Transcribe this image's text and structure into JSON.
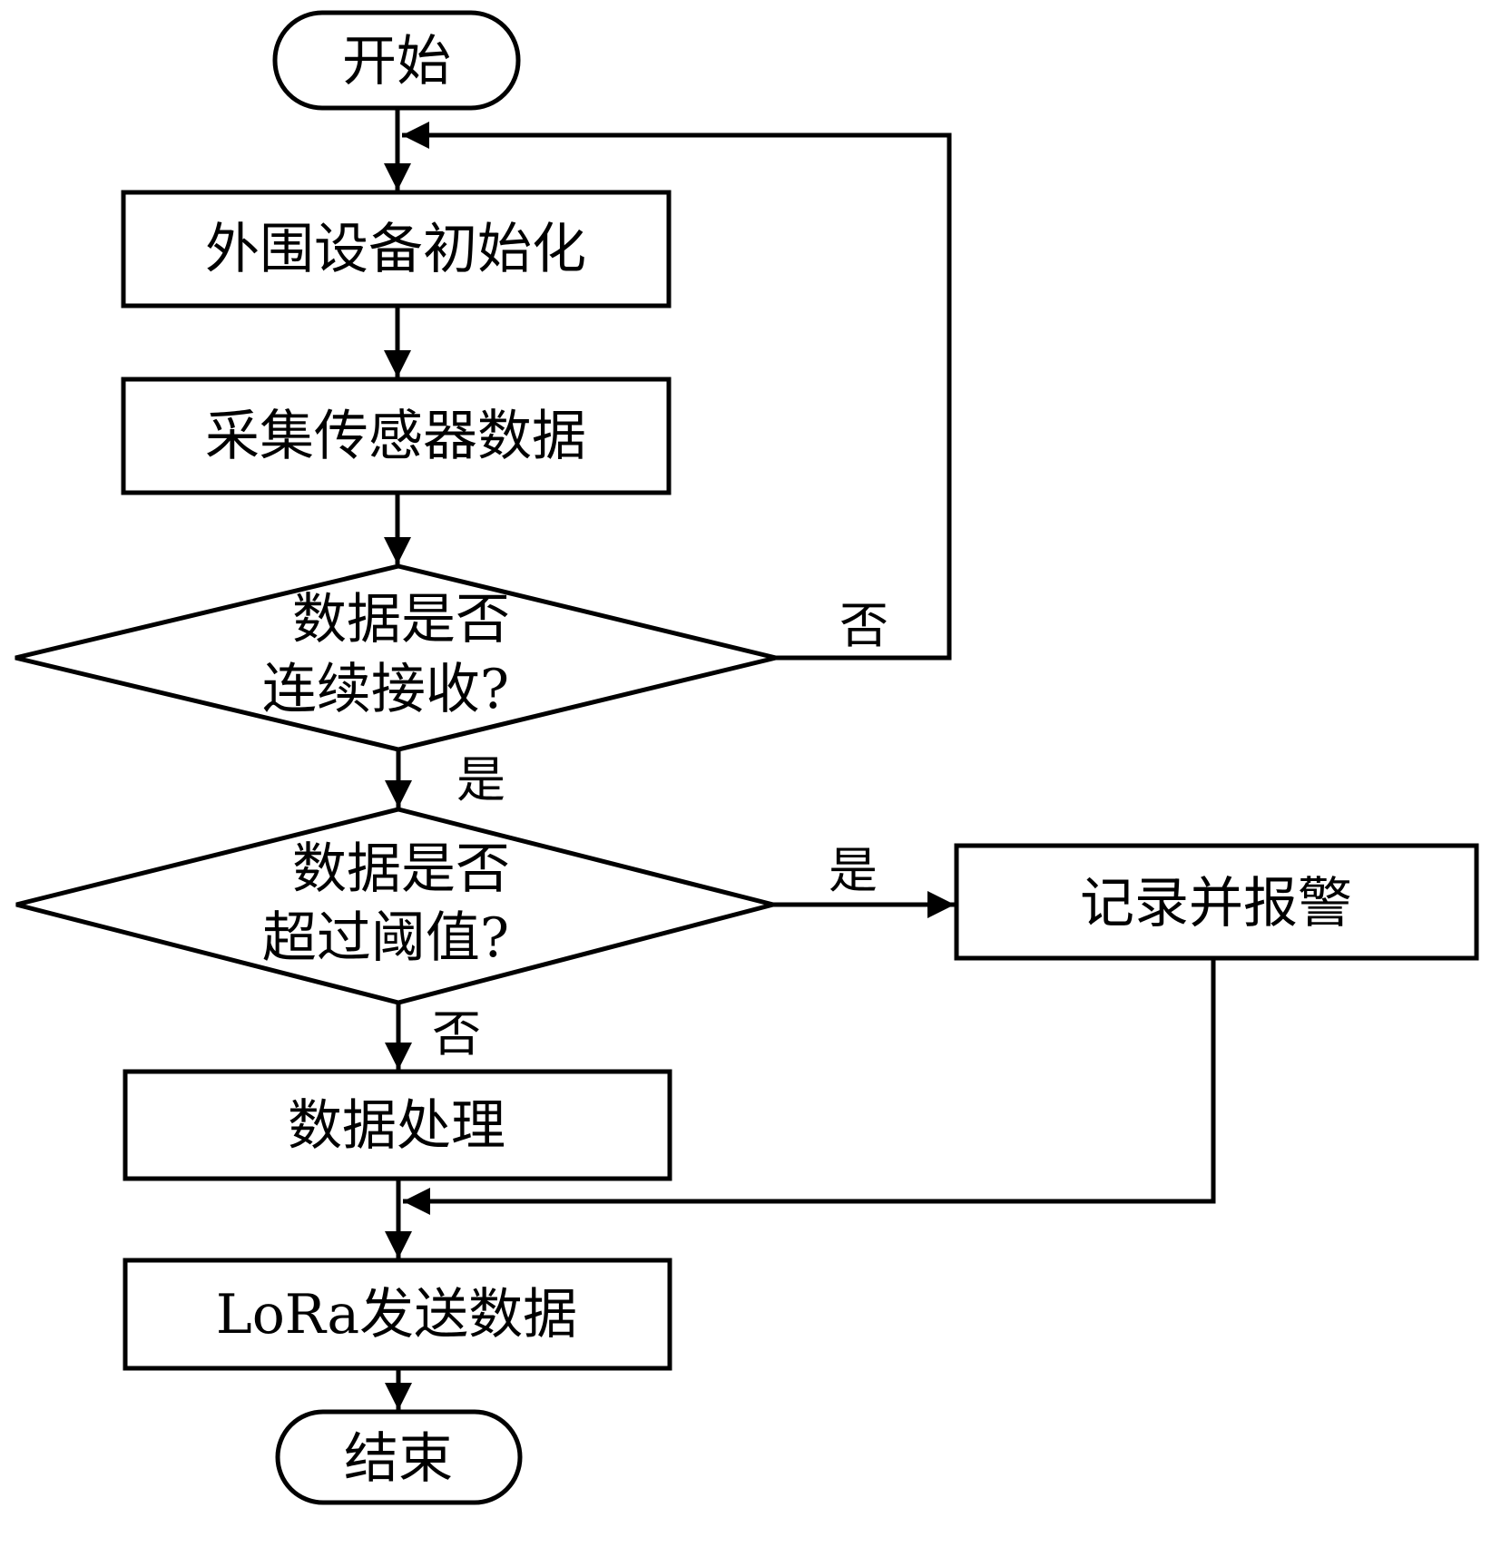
{
  "diagram": {
    "type": "flowchart",
    "nodes": [
      {
        "id": "start",
        "shape": "terminal",
        "label": "开始"
      },
      {
        "id": "init",
        "shape": "process",
        "label": "外围设备初始化"
      },
      {
        "id": "collect",
        "shape": "process",
        "label": "采集传感器数据"
      },
      {
        "id": "check_continuous",
        "shape": "decision",
        "lines": [
          "数据是否",
          "连续接收?"
        ]
      },
      {
        "id": "check_threshold",
        "shape": "decision",
        "lines": [
          "数据是否",
          "超过阈值?"
        ]
      },
      {
        "id": "alarm",
        "shape": "process",
        "label": "记录并报警"
      },
      {
        "id": "process",
        "shape": "process",
        "label": "数据处理"
      },
      {
        "id": "send",
        "shape": "process",
        "label": "LoRa发送数据"
      },
      {
        "id": "end",
        "shape": "terminal",
        "label": "结束"
      }
    ],
    "edges": [
      {
        "from": "start",
        "to": "init",
        "label": ""
      },
      {
        "from": "init",
        "to": "collect",
        "label": ""
      },
      {
        "from": "collect",
        "to": "check_continuous",
        "label": ""
      },
      {
        "from": "check_continuous",
        "to": "init",
        "label": "否"
      },
      {
        "from": "check_continuous",
        "to": "check_threshold",
        "label": "是"
      },
      {
        "from": "check_threshold",
        "to": "alarm",
        "label": "是"
      },
      {
        "from": "check_threshold",
        "to": "process",
        "label": "否"
      },
      {
        "from": "alarm",
        "to": "send",
        "label": ""
      },
      {
        "from": "process",
        "to": "send",
        "label": ""
      },
      {
        "from": "send",
        "to": "end",
        "label": ""
      }
    ]
  },
  "labels": {
    "start": "开始",
    "init": "外围设备初始化",
    "collect": "采集传感器数据",
    "d1_line1": "数据是否",
    "d1_line2": "连续接收?",
    "d1_no": "否",
    "d1_yes": "是",
    "d2_line1": "数据是否",
    "d2_line2": "超过阈值?",
    "d2_yes": "是",
    "d2_no": "否",
    "alarm": "记录并报警",
    "process": "数据处理",
    "send": "LoRa发送数据",
    "end": "结束"
  }
}
